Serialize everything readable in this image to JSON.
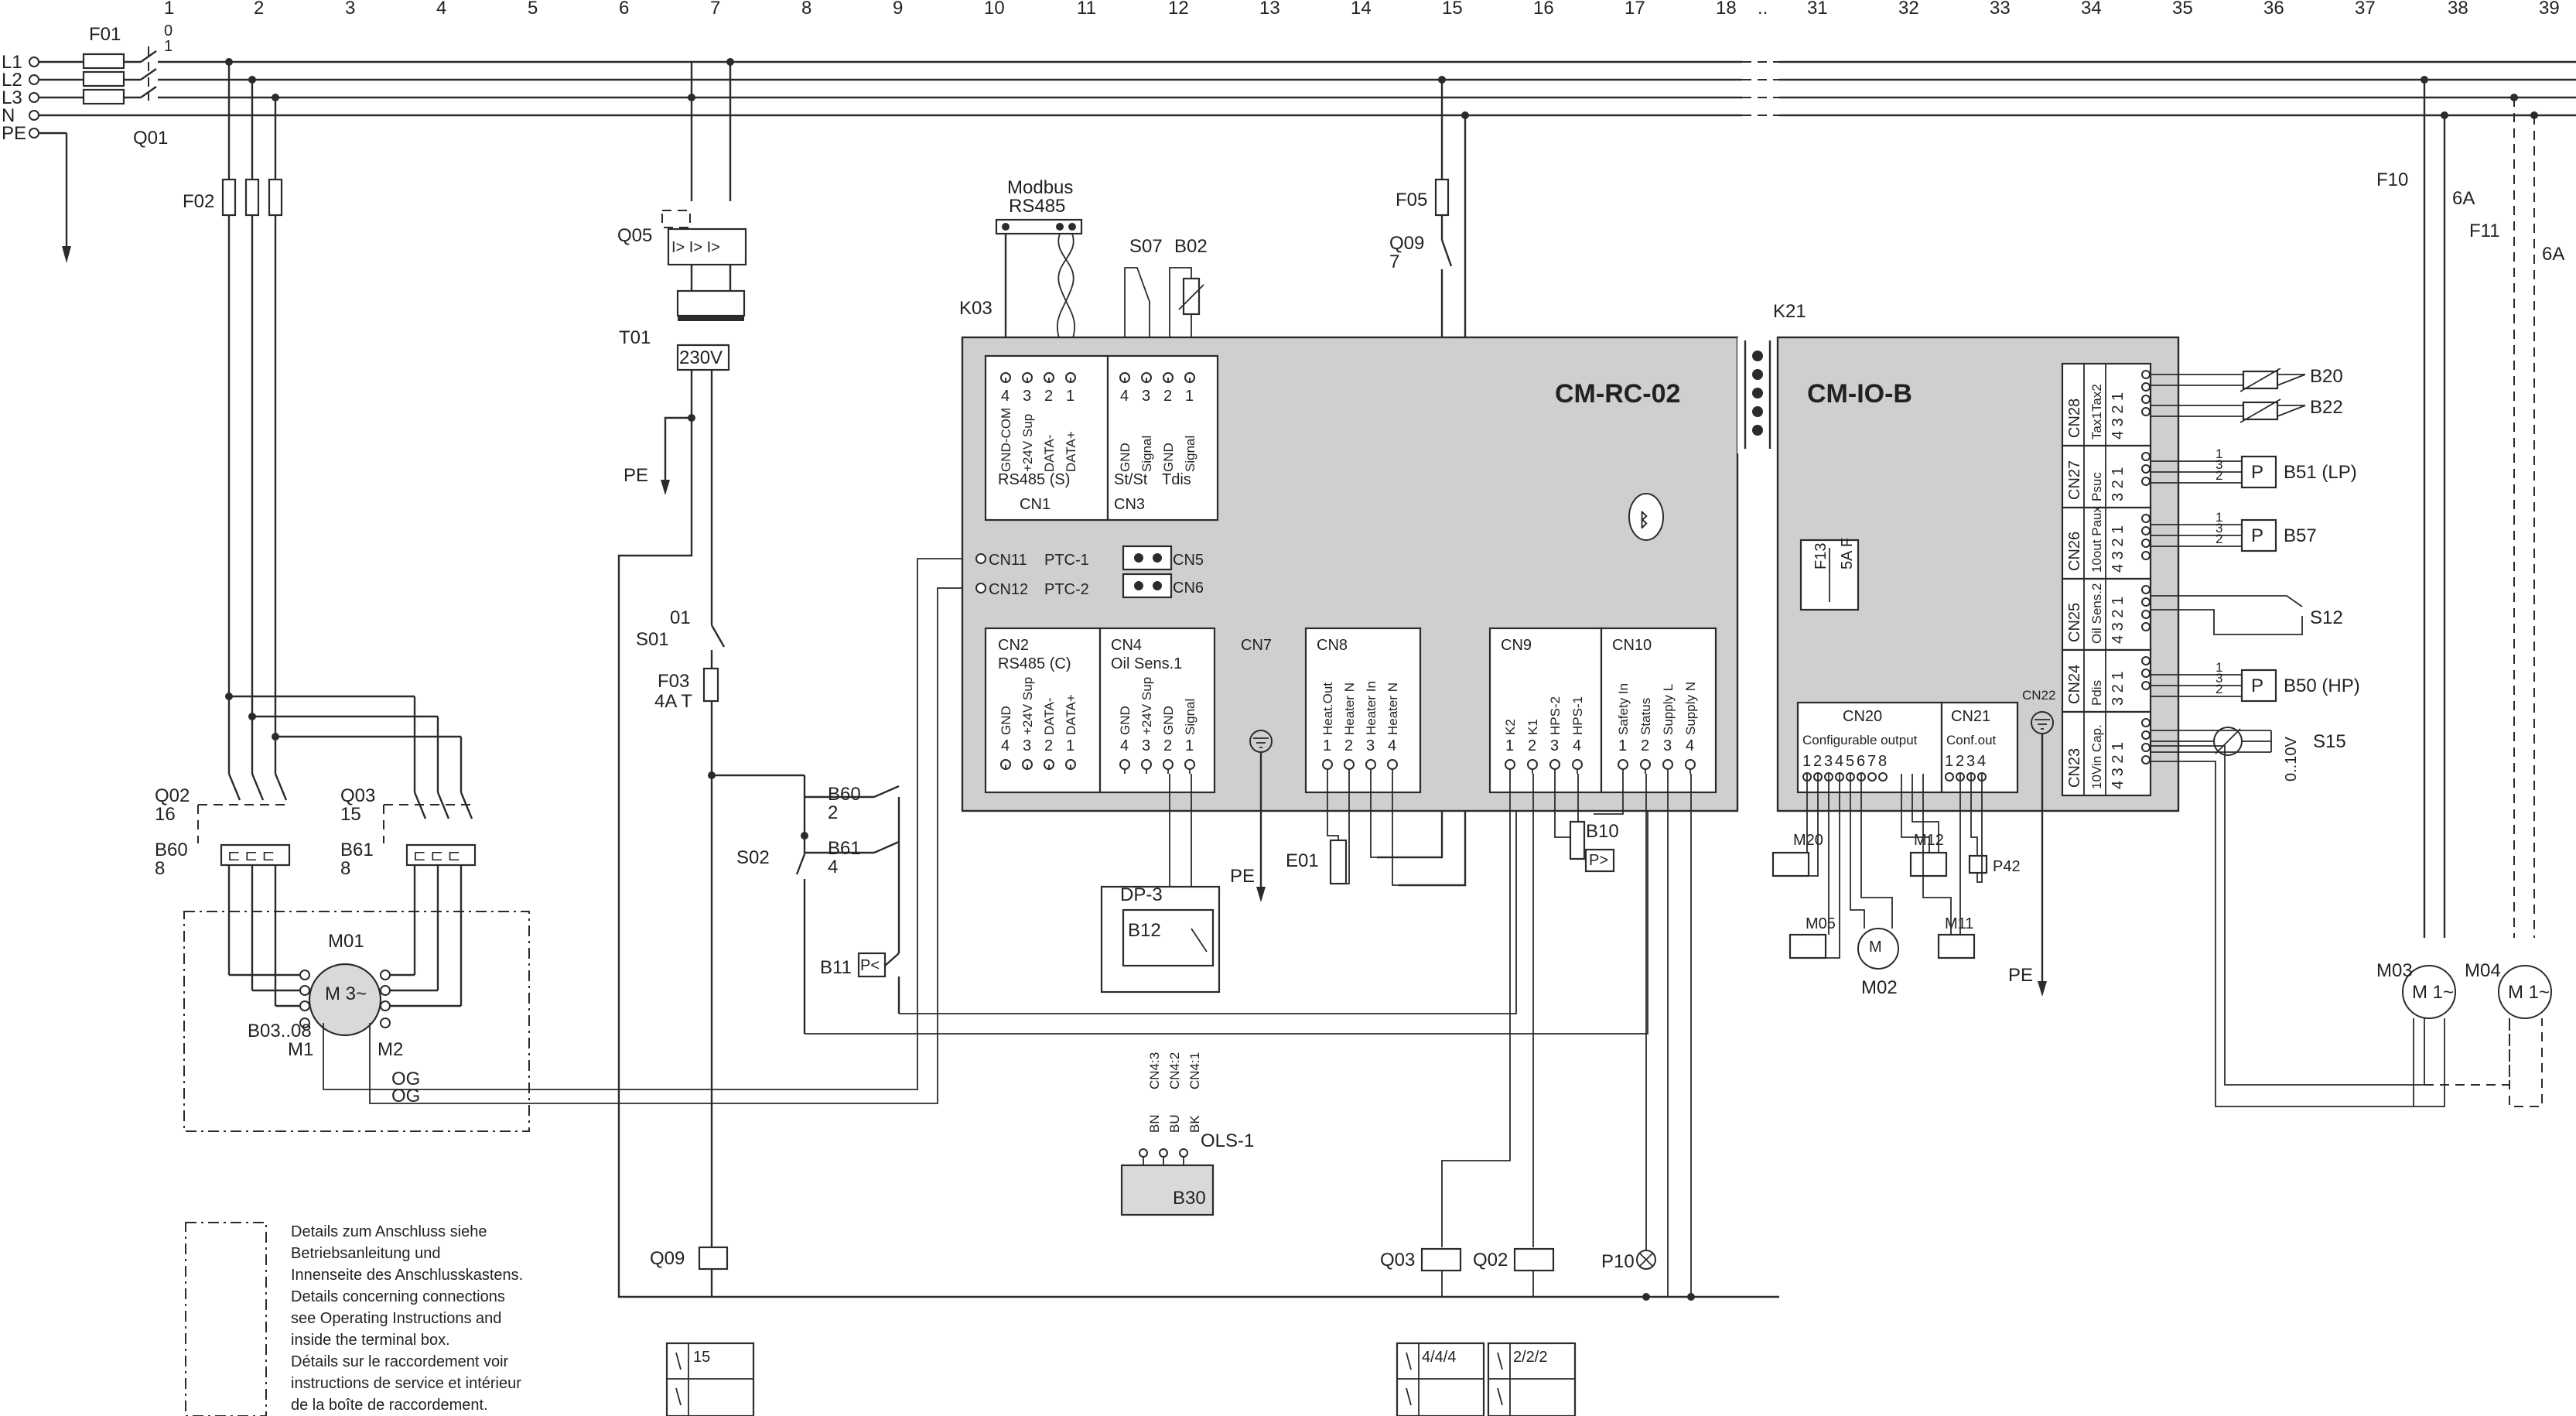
{
  "column_numbers": [
    "1",
    "2",
    "3",
    "4",
    "5",
    "6",
    "7",
    "8",
    "9",
    "10",
    "11",
    "12",
    "13",
    "14",
    "15",
    "16",
    "17",
    "18",
    "..",
    "31",
    "32",
    "33",
    "34",
    "35",
    "36",
    "37",
    "38",
    "39"
  ],
  "supply": {
    "L1": "L1",
    "L2": "L2",
    "L3": "L3",
    "N": "N",
    "PE": "PE"
  },
  "main_switch": {
    "name": "F01",
    "pos0": "0",
    "pos1": "1",
    "q": "Q01"
  },
  "labels": {
    "F02": "F02",
    "Q05": "Q05",
    "T01": "T01",
    "T01_v": "230V",
    "PE_left": "PE",
    "S01_no": "01",
    "S01": "S01",
    "F03": "F03",
    "F03_v": "4A T",
    "Q02": "Q02",
    "Q02_n": "16",
    "Q03": "Q03",
    "Q03_n": "15",
    "B60": "B60",
    "B60_n": "8",
    "B61": "B61",
    "B61_n": "8",
    "M01": "M01",
    "M01_sym": "M 3~",
    "B03": "B03..08",
    "M1": "M1",
    "M2": "M2",
    "OG1": "OG",
    "OG2": "OG",
    "B60r": "B60",
    "B60r_n": "2",
    "B61r": "B61",
    "B61r_n": "4",
    "S02": "S02",
    "B11": "B11",
    "Q09_bottom": "Q09",
    "Q09_contact": "Q09",
    "Q09_contact_n": "7",
    "modbus": "Modbus",
    "rs485": "RS485",
    "K03": "K03",
    "S07": "S07",
    "B02": "B02",
    "F05": "F05",
    "K21": "K21",
    "DP3": "DP-3",
    "B12": "B12",
    "E01": "E01",
    "PE_mid": "PE",
    "B10": "B10",
    "OLS_cn1": "CN4:3",
    "OLS_cn2": "CN4:2",
    "OLS_cn3": "CN4:1",
    "OLS_w1": "BN",
    "OLS_w2": "BU",
    "OLS_w3": "BK",
    "OLS": "OLS-1",
    "B30": "B30",
    "Q03b": "Q03",
    "Q02b": "Q02",
    "P10": "P10",
    "M20": "M20",
    "M12": "M12",
    "M05": "M05",
    "M02": "M02",
    "M11": "M11",
    "P42": "P42",
    "PE_right": "PE",
    "F10": "F10",
    "F10_v": "6A",
    "F11": "F11",
    "F11_v": "6A",
    "B20": "B20",
    "B22": "B22",
    "B51": "B51 (LP)",
    "B57": "B57",
    "S12": "S12",
    "B50": "B50 (HP)",
    "S15": "S15",
    "S15_v": "0..10V",
    "M03": "M03",
    "M04": "M04",
    "M1tilde": "M 1~",
    "M1tilde2": "M 1~",
    "P_sym": "P",
    "ref15": "15",
    "ref444": "4/4/4",
    "ref222": "2/2/2"
  },
  "cm_rc": {
    "title": "CM-RC-02",
    "cn1": {
      "pins": [
        "4",
        "3",
        "2",
        "1"
      ],
      "signals": [
        "GND-COM",
        "+24V Sup",
        "DATA-",
        "DATA+"
      ],
      "name": "RS485 (S)",
      "label": "CN1"
    },
    "cn3": {
      "pins": [
        "4",
        "3",
        "2",
        "1"
      ],
      "signals": [
        "GND",
        "Signal",
        "GND",
        "Signal"
      ],
      "name1": "St/St",
      "name2": "Tdis",
      "label": "CN3"
    },
    "cn11": "CN11",
    "ptc1": "PTC-1",
    "cn12": "CN12",
    "ptc2": "PTC-2",
    "cn5": "CN5",
    "cn6": "CN6",
    "cn2": {
      "label": "CN2",
      "name": "RS485 (C)",
      "pins": [
        "4",
        "3",
        "2",
        "1"
      ],
      "signals": [
        "GND",
        "+24V Sup",
        "DATA-",
        "DATA+"
      ]
    },
    "cn4": {
      "label": "CN4",
      "name": "Oil Sens.1",
      "pins": [
        "4",
        "3",
        "2",
        "1"
      ],
      "signals": [
        "GND",
        "+24V Sup",
        "GND",
        "Signal"
      ]
    },
    "cn7": "CN7",
    "cn8": {
      "label": "CN8",
      "pins": [
        "1",
        "2",
        "3",
        "4"
      ],
      "signals": [
        "Heat.Out",
        "Heater N",
        "Heater In",
        "Heater N"
      ]
    },
    "cn9": {
      "label": "CN9",
      "pins": [
        "1",
        "2",
        "3",
        "4"
      ],
      "signals": [
        "K2",
        "K1",
        "HPS-2",
        "HPS-1"
      ]
    },
    "cn10": {
      "label": "CN10",
      "pins": [
        "1",
        "2",
        "3",
        "4"
      ],
      "signals": [
        "Safety In",
        "Status",
        "Supply L",
        "Supply N"
      ]
    }
  },
  "cm_io": {
    "title": "CM-IO-B",
    "f13": "F13",
    "f13_v": "5A F",
    "cn20": {
      "label": "CN20",
      "name": "Configurable output",
      "pins": [
        "1",
        "2",
        "3",
        "4",
        "5",
        "6",
        "7",
        "8"
      ]
    },
    "cn21": {
      "label": "CN21",
      "name": "Conf.out",
      "pins": [
        "1",
        "2",
        "3",
        "4"
      ]
    },
    "cn22": "CN22",
    "cn28": {
      "label": "CN28",
      "name": "Tax1Tax2",
      "pins": "4 3 2 1"
    },
    "cn27": {
      "label": "CN27",
      "name": "Psuc",
      "pins": "3 2 1"
    },
    "cn26": {
      "label": "CN26",
      "name": "10out Paux",
      "pins": "4 3 2 1"
    },
    "cn25": {
      "label": "CN25",
      "name": "Oil Sens.2",
      "pins": "4 3 2 1"
    },
    "cn24": {
      "label": "CN24",
      "name": "Pdis",
      "pins": "3 2 1"
    },
    "cn23": {
      "label": "CN23",
      "name": "10Vin Cap.",
      "pins": "4 3 2 1"
    },
    "p_pins": [
      "1",
      "3",
      "2"
    ]
  },
  "note": [
    "Details zum Anschluss siehe",
    "Betriebsanleitung und",
    "Innenseite des Anschlusskastens.",
    "Details concerning connections",
    "see Operating Instructions and",
    "inside the terminal box.",
    "Détails sur le raccordement voir",
    "instructions de service et intérieur",
    "de la boîte de raccordement."
  ]
}
